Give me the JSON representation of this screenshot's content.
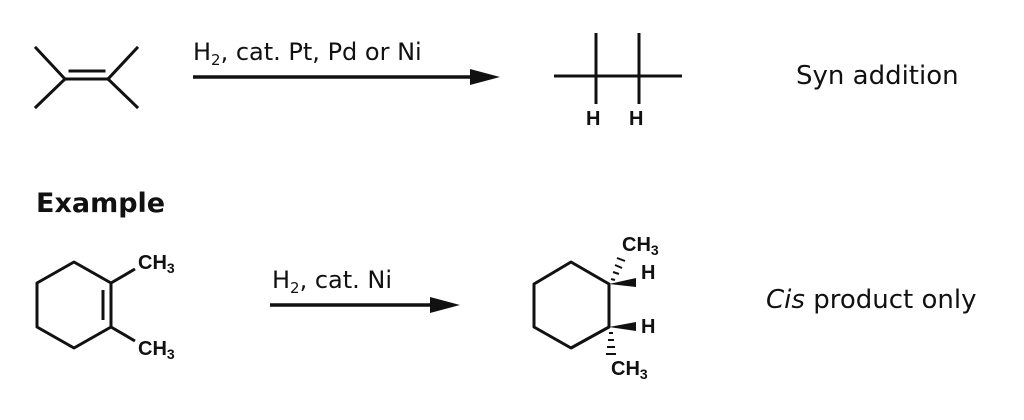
{
  "general_reaction": {
    "reagent_h": "H",
    "reagent_sub": "2",
    "reagent_rest": ", cat. Pt, Pd or Ni",
    "product_h_left": "H",
    "product_h_right": "H",
    "note": "Syn addition"
  },
  "example": {
    "heading": "Example",
    "reactant_top_group": "CH",
    "reactant_top_sub": "3",
    "reactant_bottom_group": "CH",
    "reactant_bottom_sub": "3",
    "reagent_h": "H",
    "reagent_sub": "2",
    "reagent_rest": ", cat. Ni",
    "product_top_group": "CH",
    "product_top_sub": "3",
    "product_h_top": "H",
    "product_h_bottom": "H",
    "product_bottom_group": "CH",
    "product_bottom_sub": "3",
    "note_italic": "Cis",
    "note_rest": " product only"
  }
}
